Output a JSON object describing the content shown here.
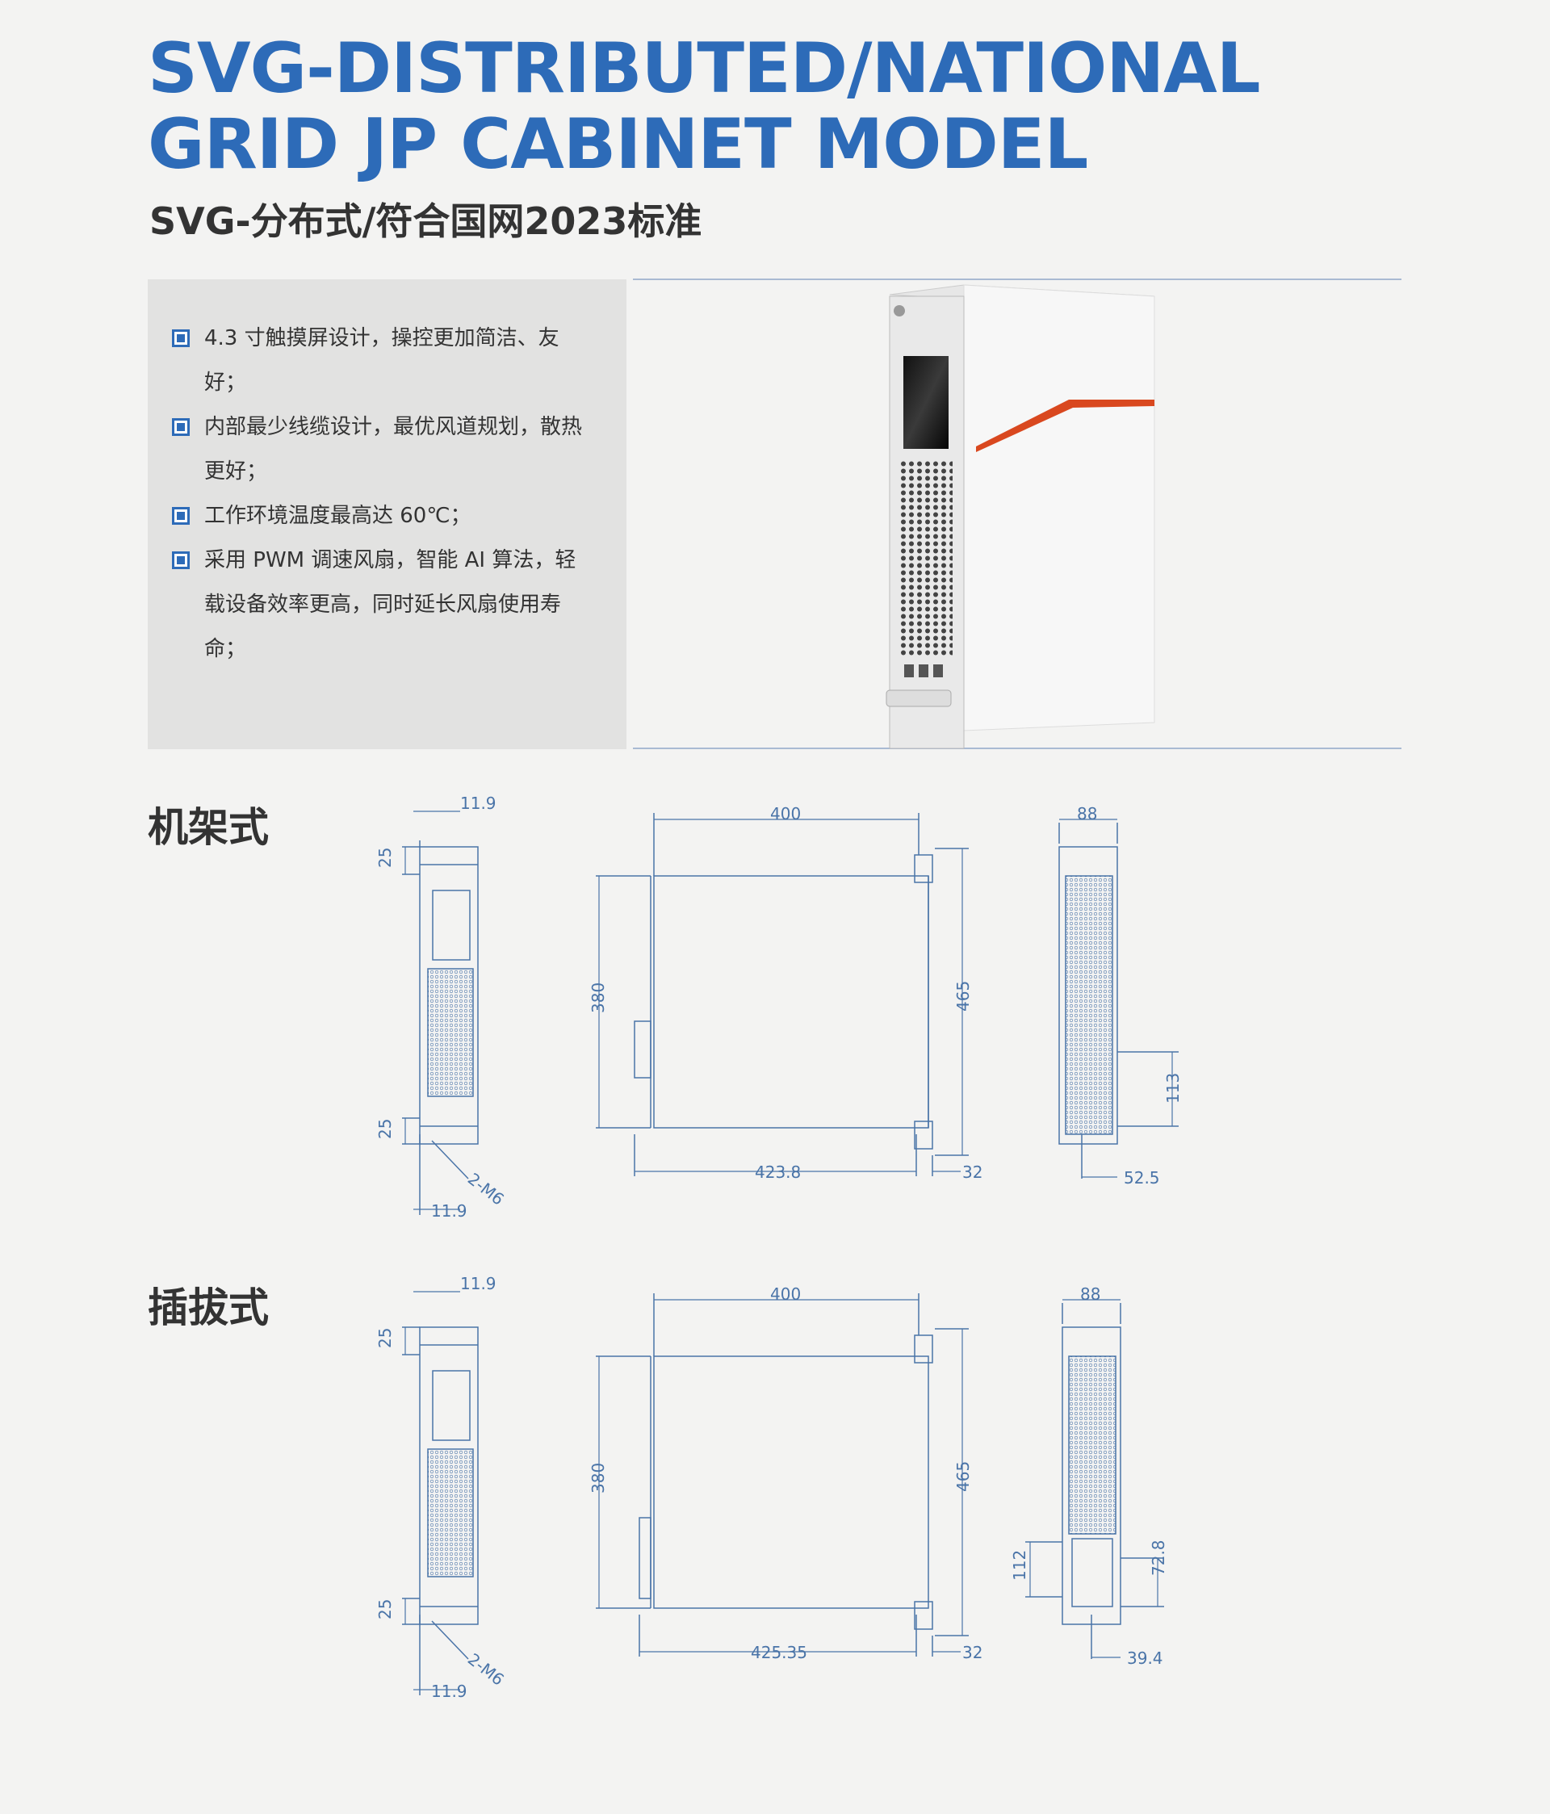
{
  "header": {
    "title_line1": "SVG-DISTRIBUTED/NATIONAL",
    "title_line2": "GRID JP CABINET MODEL",
    "subtitle": "SVG-分布式/符合国网2023标准"
  },
  "features": [
    "4.3 寸触摸屏设计，操控更加简洁、友好；",
    "内部最少线缆设计，最优风道规划，散热更好；",
    "工作环境温度最高达 60℃；",
    "采用 PWM 调速风扇，智能 AI 算法，轻载设备效率更高，同时延长风扇使用寿命；"
  ],
  "colors": {
    "brand_blue": "#2d6bb8",
    "accent_orange": "#d9481f",
    "drawing_line": "#4a74a8"
  },
  "sections": {
    "rack": {
      "label": "机架式",
      "dims": {
        "front_top": "11.9",
        "front_upper": "25",
        "front_lower": "25",
        "front_screw": "2-M6",
        "front_bottom": "11.9",
        "side_width": "400",
        "side_height": "380",
        "side_total": "465",
        "side_depth": "423.8",
        "side_flange": "32",
        "rear_width": "88",
        "rear_height": "113",
        "rear_offset": "52.5"
      }
    },
    "plugin": {
      "label": "插拔式",
      "dims": {
        "front_top": "11.9",
        "front_upper": "25",
        "front_lower": "25",
        "front_screw": "2-M6",
        "front_bottom": "11.9",
        "side_width": "400",
        "side_height": "380",
        "side_total": "465",
        "side_depth": "425.35",
        "side_flange": "32",
        "rear_width": "88",
        "rear_height_a": "112",
        "rear_height_b": "72.8",
        "rear_offset": "39.4"
      }
    }
  }
}
